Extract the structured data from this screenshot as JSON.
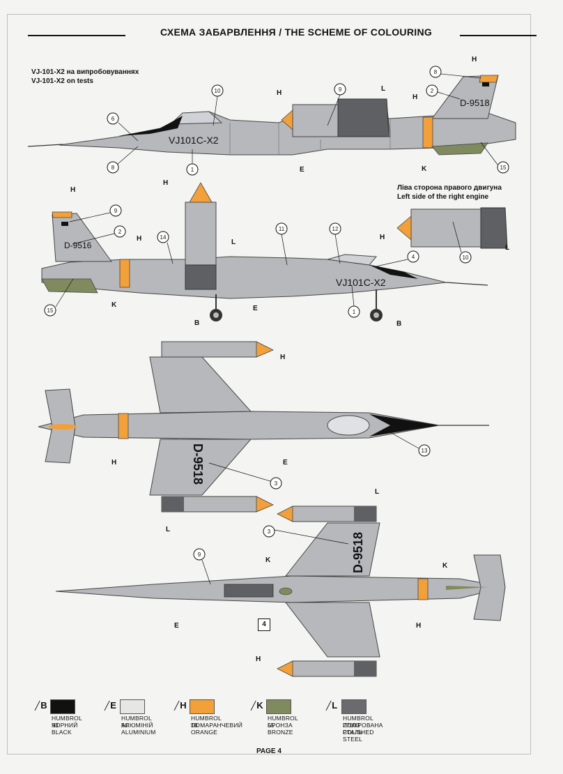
{
  "header": {
    "title": "СХЕМА ЗАБАРВЛЕННЯ / THE SCHEME OF COLOURING"
  },
  "captions": {
    "aircraft_ua": "VJ-101-X2 на випробовуваннях",
    "aircraft_en": "VJ-101-X2 on tests",
    "engine_ua": "Ліва сторона правого двигуна",
    "engine_en": "Left side of the right engine"
  },
  "markings": {
    "nose_code": "VJ101C-X2",
    "tail_code_right": "D-9518",
    "tail_code_left": "D-9516",
    "wing_code": "D-9518"
  },
  "paint_letters": {
    "B": "B",
    "E": "E",
    "H": "H",
    "K": "K",
    "L": "L"
  },
  "callouts": [
    "1",
    "2",
    "3",
    "4",
    "6",
    "8",
    "9",
    "10",
    "11",
    "12",
    "13",
    "14",
    "15"
  ],
  "ref_box": "4",
  "legend": [
    {
      "letter": "B",
      "code": "HUMBROL 33",
      "ua": "ЧОРНИЙ",
      "en": "BLACK",
      "color": "#111111"
    },
    {
      "letter": "E",
      "code": "HUMBROL 56",
      "ua": "АЛЮМІНІЙ",
      "en": "ALUMINIUM",
      "color": "#e6e6e6"
    },
    {
      "letter": "H",
      "code": "HUMBROL 18",
      "ua": "ПОМАРАНЧЕВИЙ",
      "en": "ORANGE",
      "color": "#f2a03a"
    },
    {
      "letter": "K",
      "code": "HUMBROL 55",
      "ua": "БРОНЗА",
      "en": "BRONZE",
      "color": "#7f8a5f"
    },
    {
      "letter": "L",
      "code": "HUMBROL 27003",
      "ua": "ПОЛІРОВАНА СТАЛЬ",
      "en": "POLISHED STEEL",
      "color": "#6b6b6f"
    }
  ],
  "colors": {
    "fuselage_grey": "#b7b8bc",
    "panel_line": "#555555",
    "orange": "#f2a03a",
    "bronze": "#7f8a5f",
    "steel": "#5f6064",
    "black": "#111111"
  },
  "footer": {
    "page": "PAGE 4"
  }
}
